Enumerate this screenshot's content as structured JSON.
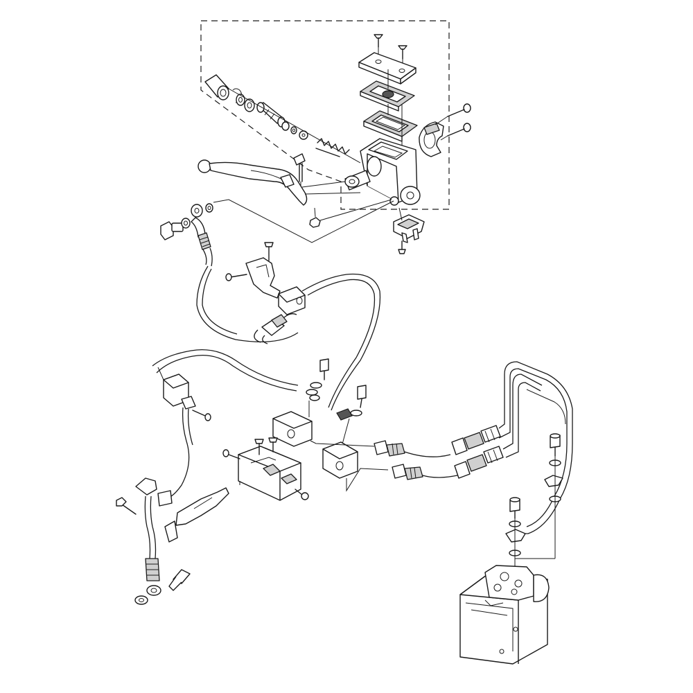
{
  "figure": {
    "caption": "",
    "colors": {
      "line": "#1a1a1a",
      "background": "#ffffff",
      "shade": "#d0d0d0"
    }
  },
  "components": [
    {
      "id": "master-cylinder",
      "icon": "master-cylinder-icon"
    },
    {
      "id": "reservoir-cap",
      "icon": "reservoir-cap-icon"
    },
    {
      "id": "brake-lever",
      "icon": "brake-lever-icon"
    },
    {
      "id": "piston-kit",
      "icon": "piston-kit-icon"
    },
    {
      "id": "handlebar-clamp",
      "icon": "clamp-icon"
    },
    {
      "id": "brake-light-switch",
      "icon": "switch-icon"
    },
    {
      "id": "banjo-bolt",
      "icon": "banjo-bolt-icon"
    },
    {
      "id": "brake-hoses",
      "icon": "hose-icon"
    },
    {
      "id": "hose-junction-blocks",
      "icon": "junction-block-icon"
    },
    {
      "id": "hose-guide-bracket",
      "icon": "bracket-icon"
    },
    {
      "id": "abs-hydraulic-unit",
      "icon": "abs-unit-icon"
    }
  ]
}
